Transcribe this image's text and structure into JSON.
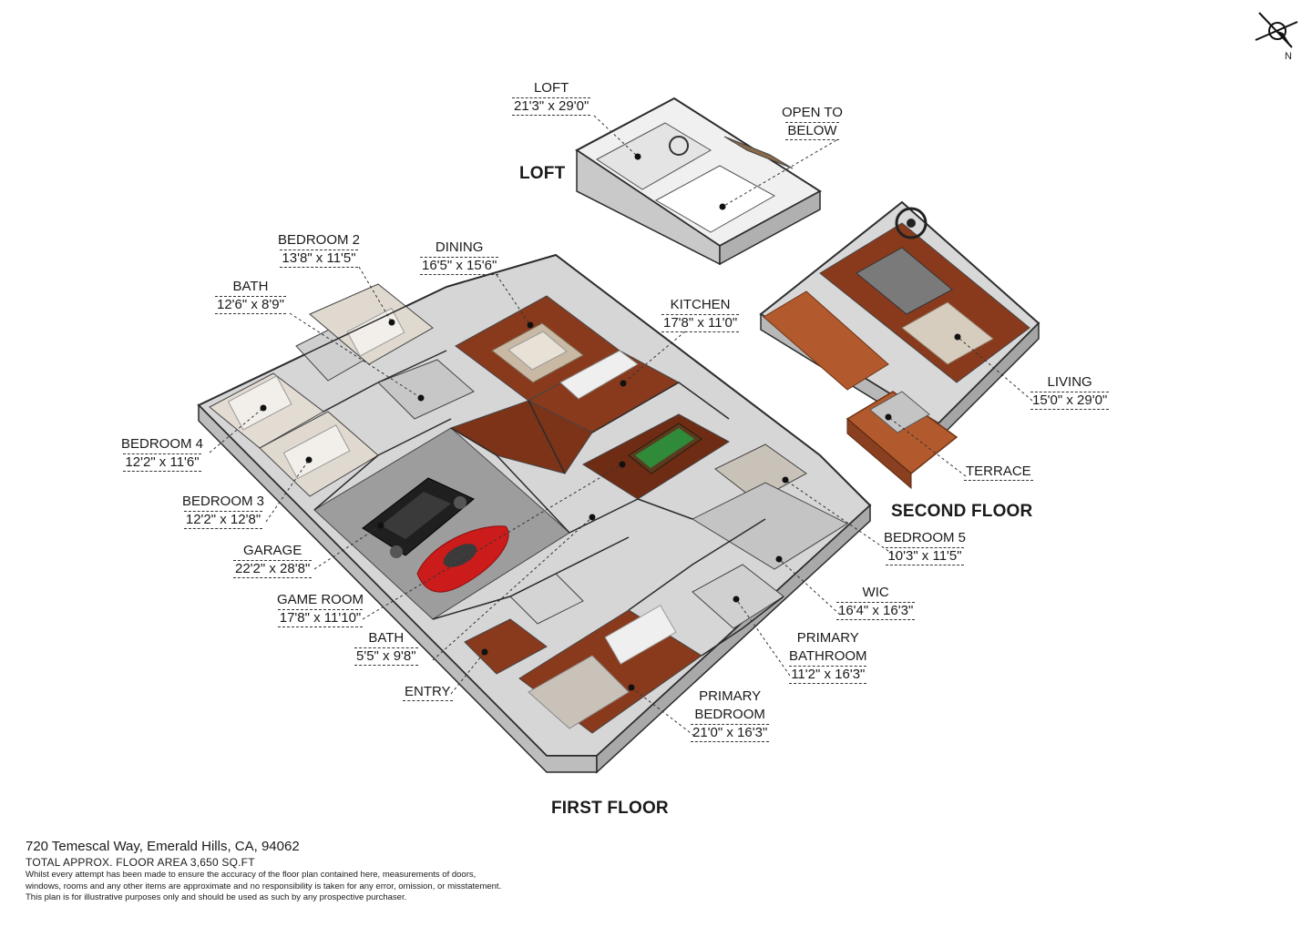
{
  "compass": {
    "icon": "north-arrow-icon",
    "label": "N"
  },
  "floors": {
    "loft": "LOFT",
    "second": "SECOND FLOOR",
    "first": "FIRST FLOOR"
  },
  "rooms": {
    "loft": {
      "name": "LOFT",
      "dim": "21'3\" x 29'0\""
    },
    "open_to_below": {
      "line1": "OPEN TO",
      "line2": "BELOW"
    },
    "bedroom2": {
      "name": "BEDROOM 2",
      "dim": "13'8\" x 11'5\""
    },
    "bath_upper": {
      "name": "BATH",
      "dim": "12'6\" x 8'9\""
    },
    "dining": {
      "name": "DINING",
      "dim": "16'5\" x 15'6\""
    },
    "kitchen": {
      "name": "KITCHEN",
      "dim": "17'8\" x 11'0\""
    },
    "bedroom4": {
      "name": "BEDROOM 4",
      "dim": "12'2\" x 11'6\""
    },
    "bedroom3": {
      "name": "BEDROOM 3",
      "dim": "12'2\" x 12'8\""
    },
    "garage": {
      "name": "GARAGE",
      "dim": "22'2\" x 28'8\""
    },
    "game_room": {
      "name": "GAME ROOM",
      "dim": "17'8\" x 11'10\""
    },
    "bath_lower": {
      "name": "BATH",
      "dim": "5'5\" x 9'8\""
    },
    "entry": {
      "name": "ENTRY"
    },
    "living": {
      "name": "LIVING",
      "dim": "15'0\" x 29'0\""
    },
    "terrace": {
      "name": "TERRACE"
    },
    "bedroom5": {
      "name": "BEDROOM 5",
      "dim": "10'3\" x 11'5\""
    },
    "wic": {
      "name": "WIC",
      "dim": "16'4\" x 16'3\""
    },
    "primary_bathroom": {
      "line1": "PRIMARY",
      "line2": "BATHROOM",
      "dim": "11'2\" x 16'3\""
    },
    "primary_bedroom": {
      "line1": "PRIMARY",
      "line2": "BEDROOM",
      "dim": "21'0\" x 16'3\""
    }
  },
  "footer": {
    "address": "720 Temescal Way, Emerald Hills, CA, 94062",
    "total_area": "TOTAL APPROX. FLOOR AREA 3,650 SQ.FT",
    "disclaimer": "Whilst every attempt has been made to ensure the accuracy of the floor plan contained here, measurements of doors,\nwindows, rooms and any other items are approximate and no responsibility is taken for any error, omission, or misstatement.\nThis plan is for illustrative purposes only and should be used as such by any prospective purchaser."
  },
  "colors": {
    "wall_top": "#f4f4f4",
    "wall_side": "#c9c9c9",
    "wall_edge": "#2b2b2b",
    "wood_floor": "#8a3a1c",
    "wood_floor_dark": "#6e2c14",
    "tile_floor": "#b8b8b8",
    "carpet": "#ddd5cc",
    "car_red": "#cc1b1b",
    "car_black": "#1f1f1f",
    "pool_table": "#2f8a3a"
  }
}
